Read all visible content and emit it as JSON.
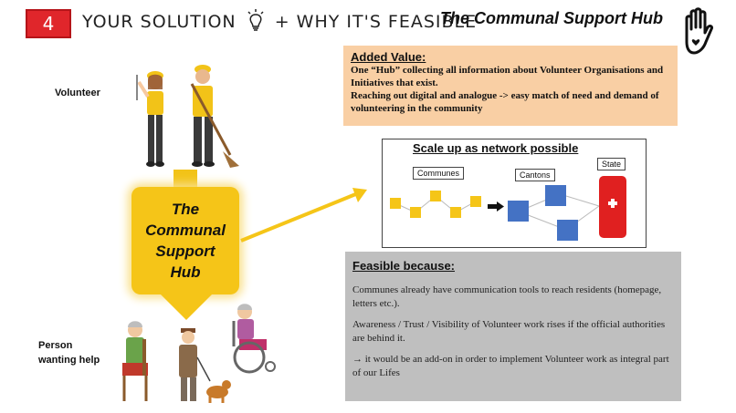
{
  "header": {
    "step_number": "4",
    "handwritten_left": "YOUR SOLUTION",
    "handwritten_right": "+ WHY IT'S FEASIBLE",
    "title": "The Communal Support  Hub"
  },
  "labels": {
    "volunteer": "Volunteer",
    "person_wanting_help": "Person wanting help"
  },
  "hub": {
    "lines": [
      "The",
      "Communal",
      "Support",
      "Hub"
    ]
  },
  "added_value": {
    "title": "Added Value:",
    "lines": [
      "One “Hub” collecting all information about Volunteer Organisations and Initiatives that exist.",
      "Reaching out digital and analogue -> easy match of need and demand of volunteering in the community"
    ]
  },
  "network": {
    "title": "Scale up as network possible",
    "communes_label": "Communes",
    "cantons_label": "Cantons",
    "state_label": "State"
  },
  "feasible": {
    "title": "Feasible because:",
    "paragraphs": [
      "Communes already have communication tools to reach residents (homepage, letters etc.).",
      "Awareness / Trust / Visibility of Volunteer work rises if the official authorities are behind it.",
      "→ it would be an add-on in order to implement Volunteer work as integral part of our Lifes"
    ]
  },
  "colors": {
    "badge_red": "#e0262b",
    "hub_yellow": "#f5c518",
    "added_value_bg": "#f9cfa4",
    "feasible_bg": "#bfbfbf",
    "commune_yellow": "#f5c518",
    "canton_blue": "#4472c4",
    "state_red": "#e02020"
  },
  "icons": {
    "bulb": "lightbulb-icon",
    "hand": "hand-heart-icon",
    "cross": "swiss-cross-icon"
  }
}
